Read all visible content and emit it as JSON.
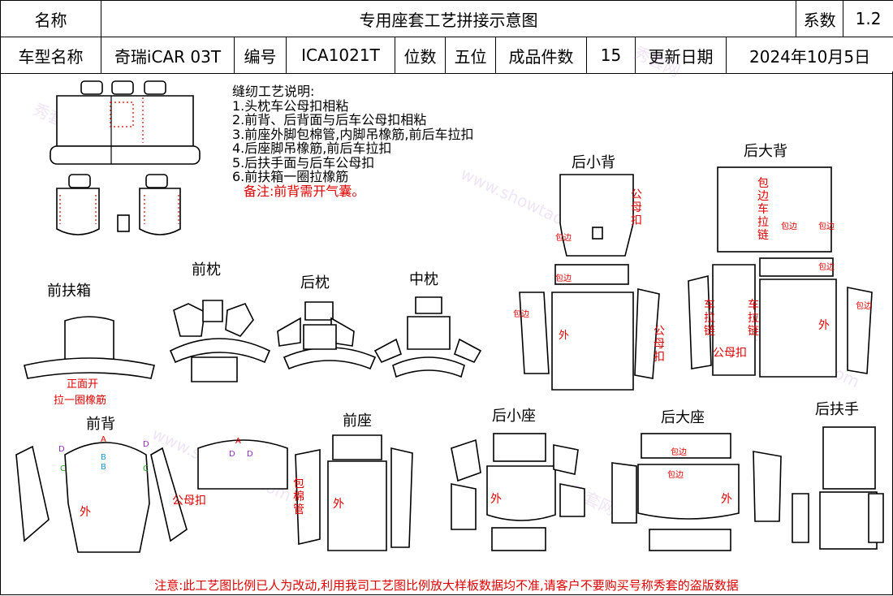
{
  "header": {
    "name_label": "名称",
    "title": "专用座套工艺拼接示意图",
    "coef_label": "系数",
    "coef_value": "1.2",
    "model_label": "车型名称",
    "model_value": "奇瑞iCAR 03T",
    "code_label": "编号",
    "code_value": "ICA1021T",
    "seats_label": "位数",
    "seats_value": "五位",
    "pieces_label": "成品件数",
    "pieces_value": "15",
    "date_label": "更新日期",
    "date_value": "2024年10月5日"
  },
  "notes": {
    "title": "缝纫工艺说明:",
    "items": [
      "1.头枕车公母扣相粘",
      "2.前背、后背面与后车公母扣相粘",
      "3.前座外脚包棉管,内脚吊橡筋,前后车拉扣",
      "4.后座脚吊橡筋,前后车拉扣",
      "5.后扶手面与后车公母扣",
      "6.前扶箱一圈拉橡筋"
    ],
    "remark": "备注:前背需开气囊。"
  },
  "sections": {
    "front_armrest_box": "前扶箱",
    "front_headrest": "前枕",
    "rear_headrest": "后枕",
    "middle_headrest": "中枕",
    "rear_small_back": "后小背",
    "rear_big_back": "后大背",
    "front_back": "前背",
    "front_seat": "前座",
    "rear_small_seat": "后小座",
    "rear_big_seat": "后大座",
    "rear_armrest": "后扶手"
  },
  "annotations": {
    "front_opening": "正面开",
    "elastic_around": "拉一圈橡筋",
    "male_female_buckle": "公母扣",
    "wrap_edge": "包边",
    "outer": "外",
    "sew_zipper": "车拉链",
    "wrap_edge_sew_zipper": "包边车拉链",
    "wrap_cotton_tube": "包棉管",
    "marker_a": "A",
    "marker_b": "B",
    "marker_c": "C",
    "marker_d": "D"
  },
  "watermark": {
    "brand": "秀套网",
    "url": "www.showtao.com"
  },
  "footer": {
    "warning": "注意:此工艺图比例已人为改动,利用我司工艺图比例放大样板数据均不准,请客户不要购买号称秀套的盗版数据"
  },
  "colors": {
    "annotation_red": "#e00000",
    "line_black": "#000000",
    "watermark_purple": "#aa6ec8"
  }
}
